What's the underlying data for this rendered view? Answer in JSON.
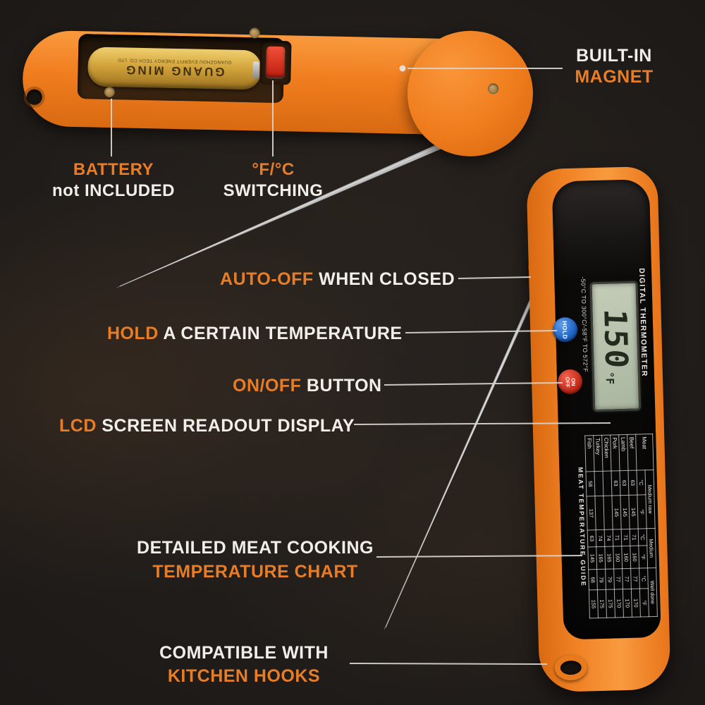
{
  "colors": {
    "background": "#1e1b19",
    "accent_orange": "#e87d25",
    "text_white": "#f2efeb",
    "body_orange": "#f07d1e",
    "face_black": "#0b0a09",
    "lcd_green": "#b9c3ae",
    "battery_gold": "#d4a53c",
    "probe_silver": "#bfbfbf",
    "hold_button_blue": "#1b5fc0",
    "onoff_button_red": "#c3281a",
    "connector_line": "#d8d4cf"
  },
  "annotations": {
    "magnet": {
      "line1": "BUILT-IN",
      "line2": "MAGNET"
    },
    "battery": {
      "line1": "BATTERY",
      "line2": "not INCLUDED"
    },
    "switching": {
      "line1": "°F/°C",
      "line2": "SWITCHING"
    },
    "auto_off": {
      "accent": "AUTO-OFF",
      "rest": " WHEN CLOSED"
    },
    "hold": {
      "accent": "HOLD",
      "rest": " A CERTAIN TEMPERATURE"
    },
    "on_off": {
      "accent": "ON/OFF",
      "rest": " BUTTON"
    },
    "lcd": {
      "accent": "LCD",
      "rest": " SCREEN READOUT DISPLAY"
    },
    "chart": {
      "line1": "DETAILED MEAT COOKING",
      "line2": "TEMPERATURE CHART"
    },
    "hooks": {
      "line1": "COMPATIBLE WITH",
      "line2": "KITCHEN HOOKS"
    }
  },
  "device": {
    "battery_brand": "GUANG MING",
    "battery_subtext": "GUANGZHOU EVERFIT ENERGY TECH CO. LTD",
    "lcd_value": "150",
    "lcd_unit": "°F",
    "side_label": "DIGITAL THERMOMETER",
    "range_label": "-50°C TO 300°C/-58°F TO 572°F",
    "hold_button": "HOLD",
    "onoff_line1": "ON",
    "onoff_line2": "OFF"
  },
  "meat_chart": {
    "title": "MEAT TEMPERATURE GUIDE",
    "corner_header": "Meat",
    "col_groups": [
      "Medium raw",
      "Medium",
      "Well done"
    ],
    "unit_row": [
      "°C",
      "°F",
      "°C",
      "°F",
      "°C",
      "°F"
    ],
    "rows": [
      {
        "meat": "Beef",
        "values": [
          "63",
          "145",
          "71",
          "160",
          "77",
          "170"
        ]
      },
      {
        "meat": "Lamb",
        "values": [
          "63",
          "145",
          "71",
          "160",
          "77",
          "170"
        ]
      },
      {
        "meat": "Pork",
        "values": [
          "63",
          "145",
          "71",
          "160",
          "77",
          "170"
        ]
      },
      {
        "meat": "Chicken",
        "values": [
          "",
          "",
          "74",
          "165",
          "79",
          "175"
        ]
      },
      {
        "meat": "Turkey",
        "values": [
          "",
          "",
          "74",
          "165",
          "79",
          "175"
        ]
      },
      {
        "meat": "Fish",
        "values": [
          "58",
          "137",
          "63",
          "145",
          "68",
          "155"
        ]
      }
    ]
  }
}
